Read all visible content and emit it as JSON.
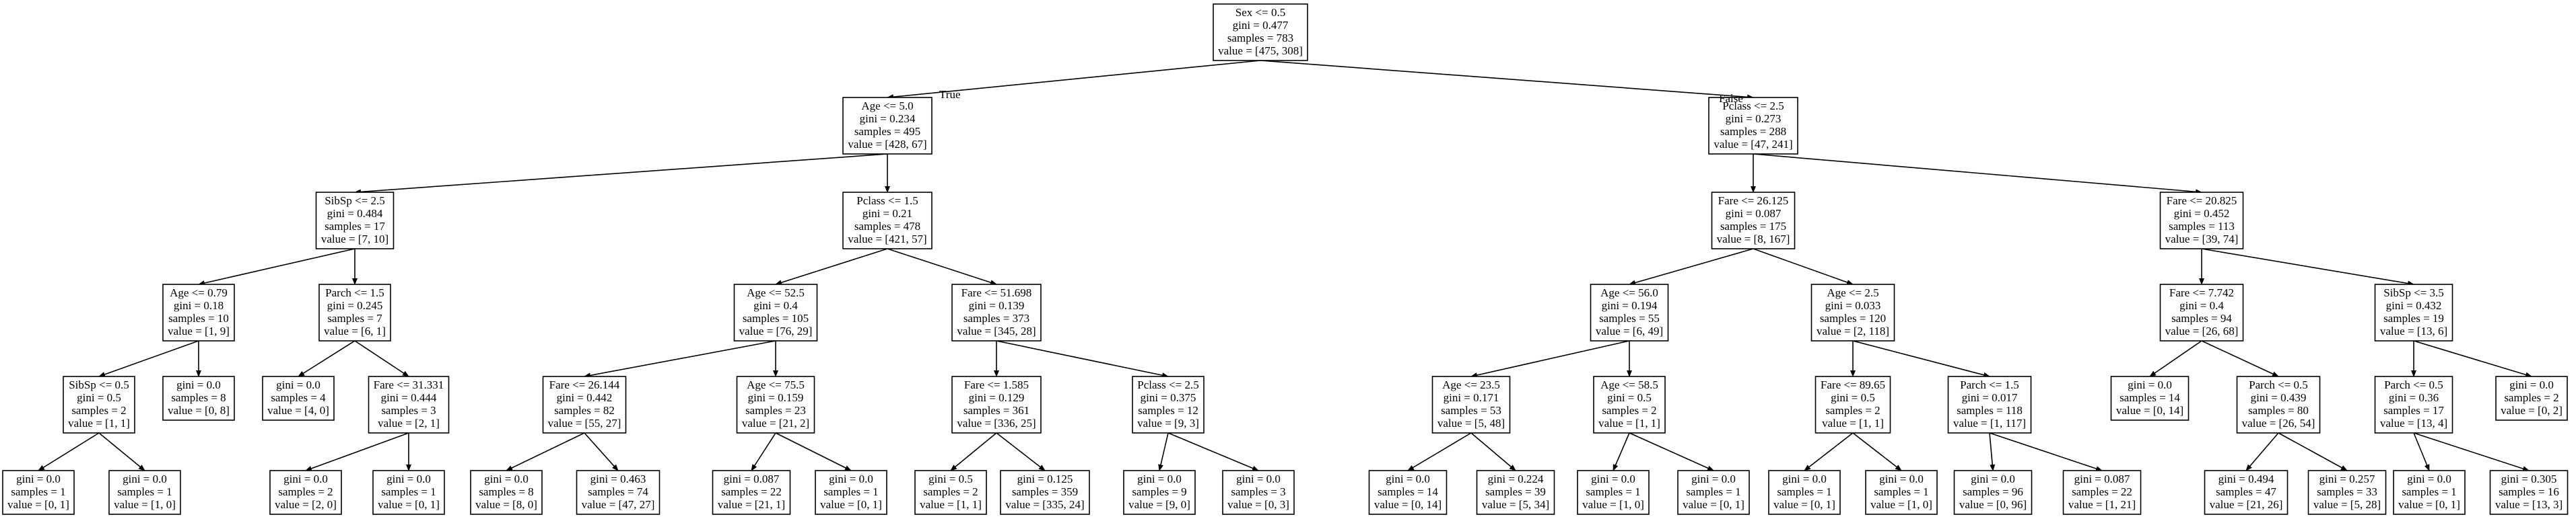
{
  "tree": {
    "root_true_label": "True",
    "root_false_label": "False",
    "nodes": [
      {
        "id": "n0",
        "lines": [
          "Sex <= 0.5",
          "gini = 0.477",
          "samples = 783",
          "value = [475, 308]"
        ]
      },
      {
        "id": "n1",
        "lines": [
          "Age <= 5.0",
          "gini = 0.234",
          "samples = 495",
          "value = [428, 67]"
        ]
      },
      {
        "id": "n2",
        "lines": [
          "Pclass <= 2.5",
          "gini = 0.273",
          "samples = 288",
          "value = [47, 241]"
        ]
      },
      {
        "id": "n3",
        "lines": [
          "SibSp <= 2.5",
          "gini = 0.484",
          "samples = 17",
          "value = [7, 10]"
        ]
      },
      {
        "id": "n4",
        "lines": [
          "Pclass <= 1.5",
          "gini = 0.21",
          "samples = 478",
          "value = [421, 57]"
        ]
      },
      {
        "id": "n5",
        "lines": [
          "Fare <= 26.125",
          "gini = 0.087",
          "samples = 175",
          "value = [8, 167]"
        ]
      },
      {
        "id": "n6",
        "lines": [
          "Fare <= 20.825",
          "gini = 0.452",
          "samples = 113",
          "value = [39, 74]"
        ]
      },
      {
        "id": "n7",
        "lines": [
          "Age <= 0.79",
          "gini = 0.18",
          "samples = 10",
          "value = [1, 9]"
        ]
      },
      {
        "id": "n8",
        "lines": [
          "Parch <= 1.5",
          "gini = 0.245",
          "samples = 7",
          "value = [6, 1]"
        ]
      },
      {
        "id": "n9",
        "lines": [
          "Age <= 52.5",
          "gini = 0.4",
          "samples = 105",
          "value = [76, 29]"
        ]
      },
      {
        "id": "n10",
        "lines": [
          "Fare <= 51.698",
          "gini = 0.139",
          "samples = 373",
          "value = [345, 28]"
        ]
      },
      {
        "id": "n11",
        "lines": [
          "Age <= 56.0",
          "gini = 0.194",
          "samples = 55",
          "value = [6, 49]"
        ]
      },
      {
        "id": "n12",
        "lines": [
          "Age <= 2.5",
          "gini = 0.033",
          "samples = 120",
          "value = [2, 118]"
        ]
      },
      {
        "id": "n13",
        "lines": [
          "Fare <= 7.742",
          "gini = 0.4",
          "samples = 94",
          "value = [26, 68]"
        ]
      },
      {
        "id": "n14",
        "lines": [
          "SibSp <= 3.5",
          "gini = 0.432",
          "samples = 19",
          "value = [13, 6]"
        ]
      },
      {
        "id": "n15",
        "lines": [
          "SibSp <= 0.5",
          "gini = 0.5",
          "samples = 2",
          "value = [1, 1]"
        ]
      },
      {
        "id": "n16",
        "lines": [
          "gini = 0.0",
          "samples = 8",
          "value = [0, 8]"
        ]
      },
      {
        "id": "n17",
        "lines": [
          "gini = 0.0",
          "samples = 4",
          "value = [4, 0]"
        ]
      },
      {
        "id": "n18",
        "lines": [
          "Fare <= 31.331",
          "gini = 0.444",
          "samples = 3",
          "value = [2, 1]"
        ]
      },
      {
        "id": "n19",
        "lines": [
          "Fare <= 26.144",
          "gini = 0.442",
          "samples = 82",
          "value = [55, 27]"
        ]
      },
      {
        "id": "n20",
        "lines": [
          "Age <= 75.5",
          "gini = 0.159",
          "samples = 23",
          "value = [21, 2]"
        ]
      },
      {
        "id": "n21",
        "lines": [
          "Fare <= 1.585",
          "gini = 0.129",
          "samples = 361",
          "value = [336, 25]"
        ]
      },
      {
        "id": "n22",
        "lines": [
          "Pclass <= 2.5",
          "gini = 0.375",
          "samples = 12",
          "value = [9, 3]"
        ]
      },
      {
        "id": "n23",
        "lines": [
          "Age <= 23.5",
          "gini = 0.171",
          "samples = 53",
          "value = [5, 48]"
        ]
      },
      {
        "id": "n24",
        "lines": [
          "Age <= 58.5",
          "gini = 0.5",
          "samples = 2",
          "value = [1, 1]"
        ]
      },
      {
        "id": "n25",
        "lines": [
          "Fare <= 89.65",
          "gini = 0.5",
          "samples = 2",
          "value = [1, 1]"
        ]
      },
      {
        "id": "n26",
        "lines": [
          "Parch <= 1.5",
          "gini = 0.017",
          "samples = 118",
          "value = [1, 117]"
        ]
      },
      {
        "id": "n27",
        "lines": [
          "gini = 0.0",
          "samples = 14",
          "value = [0, 14]"
        ]
      },
      {
        "id": "n28",
        "lines": [
          "Parch <= 0.5",
          "gini = 0.439",
          "samples = 80",
          "value = [26, 54]"
        ]
      },
      {
        "id": "n29",
        "lines": [
          "Parch <= 0.5",
          "gini = 0.36",
          "samples = 17",
          "value = [13, 4]"
        ]
      },
      {
        "id": "n30",
        "lines": [
          "gini = 0.0",
          "samples = 2",
          "value = [0, 2]"
        ]
      },
      {
        "id": "n31",
        "lines": [
          "gini = 0.0",
          "samples = 1",
          "value = [0, 1]"
        ]
      },
      {
        "id": "n32",
        "lines": [
          "gini = 0.0",
          "samples = 1",
          "value = [1, 0]"
        ]
      },
      {
        "id": "n33",
        "lines": [
          "gini = 0.0",
          "samples = 2",
          "value = [2, 0]"
        ]
      },
      {
        "id": "n34",
        "lines": [
          "gini = 0.0",
          "samples = 1",
          "value = [0, 1]"
        ]
      },
      {
        "id": "n35",
        "lines": [
          "gini = 0.0",
          "samples = 8",
          "value = [8, 0]"
        ]
      },
      {
        "id": "n36",
        "lines": [
          "gini = 0.463",
          "samples = 74",
          "value = [47, 27]"
        ]
      },
      {
        "id": "n37",
        "lines": [
          "gini = 0.087",
          "samples = 22",
          "value = [21, 1]"
        ]
      },
      {
        "id": "n38",
        "lines": [
          "gini = 0.0",
          "samples = 1",
          "value = [0, 1]"
        ]
      },
      {
        "id": "n39",
        "lines": [
          "gini = 0.5",
          "samples = 2",
          "value = [1, 1]"
        ]
      },
      {
        "id": "n40",
        "lines": [
          "gini = 0.125",
          "samples = 359",
          "value = [335, 24]"
        ]
      },
      {
        "id": "n41",
        "lines": [
          "gini = 0.0",
          "samples = 9",
          "value = [9, 0]"
        ]
      },
      {
        "id": "n42",
        "lines": [
          "gini = 0.0",
          "samples = 3",
          "value = [0, 3]"
        ]
      },
      {
        "id": "n43",
        "lines": [
          "gini = 0.0",
          "samples = 14",
          "value = [0, 14]"
        ]
      },
      {
        "id": "n44",
        "lines": [
          "gini = 0.224",
          "samples = 39",
          "value = [5, 34]"
        ]
      },
      {
        "id": "n45",
        "lines": [
          "gini = 0.0",
          "samples = 1",
          "value = [1, 0]"
        ]
      },
      {
        "id": "n46",
        "lines": [
          "gini = 0.0",
          "samples = 1",
          "value = [0, 1]"
        ]
      },
      {
        "id": "n47",
        "lines": [
          "gini = 0.0",
          "samples = 1",
          "value = [0, 1]"
        ]
      },
      {
        "id": "n48",
        "lines": [
          "gini = 0.0",
          "samples = 1",
          "value = [1, 0]"
        ]
      },
      {
        "id": "n49",
        "lines": [
          "gini = 0.0",
          "samples = 96",
          "value = [0, 96]"
        ]
      },
      {
        "id": "n50",
        "lines": [
          "gini = 0.087",
          "samples = 22",
          "value = [1, 21]"
        ]
      },
      {
        "id": "n51",
        "lines": [
          "gini = 0.494",
          "samples = 47",
          "value = [21, 26]"
        ]
      },
      {
        "id": "n52",
        "lines": [
          "gini = 0.257",
          "samples = 33",
          "value = [5, 28]"
        ]
      },
      {
        "id": "n53",
        "lines": [
          "gini = 0.0",
          "samples = 1",
          "value = [0, 1]"
        ]
      },
      {
        "id": "n54",
        "lines": [
          "gini = 0.305",
          "samples = 16",
          "value = [13, 3]"
        ]
      }
    ],
    "edges": [
      [
        "n0",
        "n1"
      ],
      [
        "n0",
        "n2"
      ],
      [
        "n1",
        "n3"
      ],
      [
        "n1",
        "n4"
      ],
      [
        "n2",
        "n5"
      ],
      [
        "n2",
        "n6"
      ],
      [
        "n3",
        "n7"
      ],
      [
        "n3",
        "n8"
      ],
      [
        "n4",
        "n9"
      ],
      [
        "n4",
        "n10"
      ],
      [
        "n5",
        "n11"
      ],
      [
        "n5",
        "n12"
      ],
      [
        "n6",
        "n13"
      ],
      [
        "n6",
        "n14"
      ],
      [
        "n7",
        "n15"
      ],
      [
        "n7",
        "n16"
      ],
      [
        "n8",
        "n17"
      ],
      [
        "n8",
        "n18"
      ],
      [
        "n9",
        "n19"
      ],
      [
        "n9",
        "n20"
      ],
      [
        "n10",
        "n21"
      ],
      [
        "n10",
        "n22"
      ],
      [
        "n11",
        "n23"
      ],
      [
        "n11",
        "n24"
      ],
      [
        "n12",
        "n25"
      ],
      [
        "n12",
        "n26"
      ],
      [
        "n13",
        "n27"
      ],
      [
        "n13",
        "n28"
      ],
      [
        "n14",
        "n29"
      ],
      [
        "n14",
        "n30"
      ],
      [
        "n15",
        "n31"
      ],
      [
        "n15",
        "n32"
      ],
      [
        "n18",
        "n33"
      ],
      [
        "n18",
        "n34"
      ],
      [
        "n19",
        "n35"
      ],
      [
        "n19",
        "n36"
      ],
      [
        "n20",
        "n37"
      ],
      [
        "n20",
        "n38"
      ],
      [
        "n21",
        "n39"
      ],
      [
        "n21",
        "n40"
      ],
      [
        "n22",
        "n41"
      ],
      [
        "n22",
        "n42"
      ],
      [
        "n23",
        "n43"
      ],
      [
        "n23",
        "n44"
      ],
      [
        "n24",
        "n45"
      ],
      [
        "n24",
        "n46"
      ],
      [
        "n25",
        "n47"
      ],
      [
        "n25",
        "n48"
      ],
      [
        "n26",
        "n49"
      ],
      [
        "n26",
        "n50"
      ],
      [
        "n28",
        "n51"
      ],
      [
        "n28",
        "n52"
      ],
      [
        "n29",
        "n53"
      ],
      [
        "n29",
        "n54"
      ]
    ]
  }
}
